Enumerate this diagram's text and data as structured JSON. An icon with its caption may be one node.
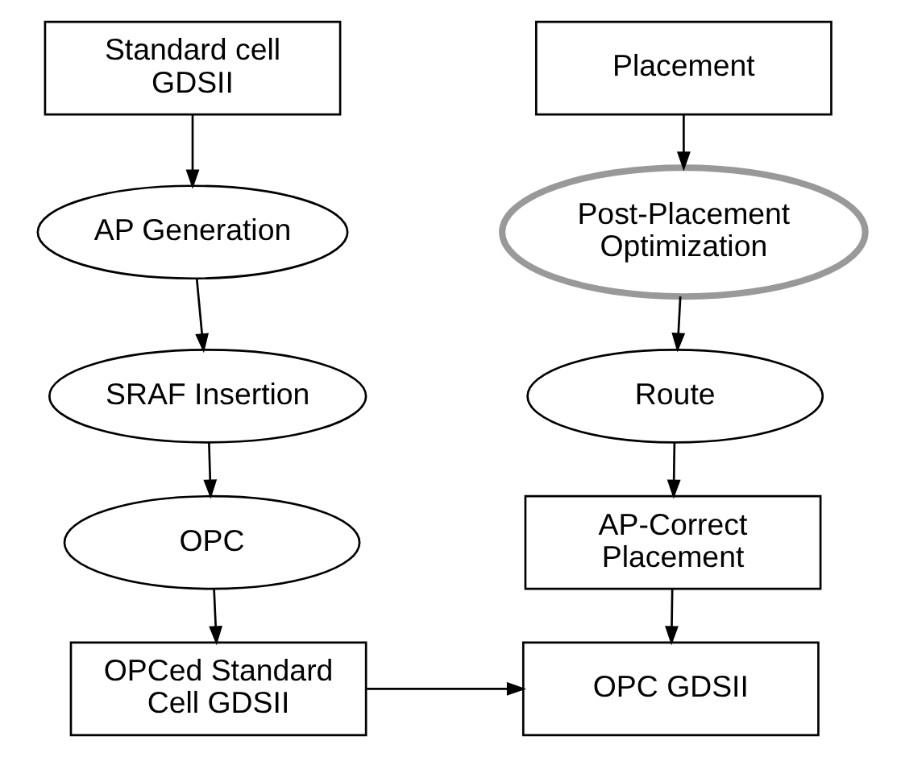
{
  "diagram": {
    "nodes": [
      {
        "text": [
          "Standard cell GDSII"
        ]
      },
      {
        "text": [
          "AP Generation"
        ]
      },
      {
        "text": [
          "SRAF Insertion"
        ]
      },
      {
        "text": [
          "OPC"
        ]
      },
      {
        "text": [
          "OPCed Standard Cell GDSII"
        ]
      },
      {
        "text": [
          "Placement"
        ]
      },
      {
        "text": [
          "Post-Placement Optimization"
        ]
      },
      {
        "text": [
          "Route"
        ]
      },
      {
        "text": [
          "AP-Correct Placement"
        ]
      },
      {
        "text": [
          "OPC GDSII"
        ]
      }
    ],
    "edges": [
      {
        "from": 0,
        "to": 1,
        "arrow": "to"
      },
      {
        "from": 1,
        "to": 2,
        "arrow": "to"
      },
      {
        "from": 2,
        "to": 3,
        "arrow": "to"
      },
      {
        "from": 3,
        "to": 4,
        "arrow": "to"
      },
      {
        "from": 5,
        "to": 6,
        "arrow": "to"
      },
      {
        "from": 6,
        "to": 7,
        "arrow": "to"
      },
      {
        "from": 7,
        "to": 8,
        "arrow": "to"
      },
      {
        "from": 8,
        "to": 9,
        "arrow": "to"
      },
      {
        "from": 4,
        "to": 9,
        "arrow": "to"
      }
    ]
  }
}
